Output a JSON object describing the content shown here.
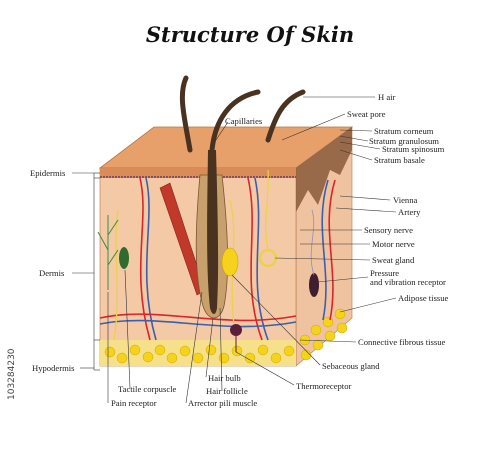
{
  "title": "Structure Of Skin",
  "labels": {
    "hair": "H air",
    "sweat_pore": "Sweat pore",
    "capillaries": "Capillaries",
    "stratum_corneum": "Stratum corneum",
    "stratum_granulosum": "Stratum granulosum",
    "stratum_spinosum": "Stratum spinosum",
    "stratum_basale": "Stratum basale",
    "vienna": "Vienna",
    "artery": "Artery",
    "sensory_nerve": "Sensory nerve",
    "motor_nerve": "Motor nerve",
    "sweat_gland": "Sweat gland",
    "pressure_receptor_1": "Pressure",
    "pressure_receptor_2": "and vibration receptor",
    "adipose_tissue": "Adipose tissue",
    "connective_tissue": "Connective fibrous tissue",
    "sebaceous_gland": "Sebaceous gland",
    "thermoreceptor": "Thermoreceptor",
    "hair_bulb": "Hair bulb",
    "hair_follicle": "Hair follicle",
    "arrector_pili": "Arrector pili muscle",
    "tactile_corpuscle": "Tactile corpuscle",
    "pain_receptor": "Pain receptor",
    "epidermis": "Epidermis",
    "dermis": "Dermis",
    "hypodermis": "Hypodermis"
  },
  "stock_id": "103284230",
  "colors": {
    "skin_top": "#e8a06a",
    "dermis": "#f3c9a6",
    "dermis_side": "#e8b08b",
    "fat": "#f5d21b",
    "artery": "#d8262b",
    "vein": "#3b5fb0",
    "muscle": "#c0392b",
    "hair": "#4a3220",
    "nerve": "#e9d34a"
  }
}
